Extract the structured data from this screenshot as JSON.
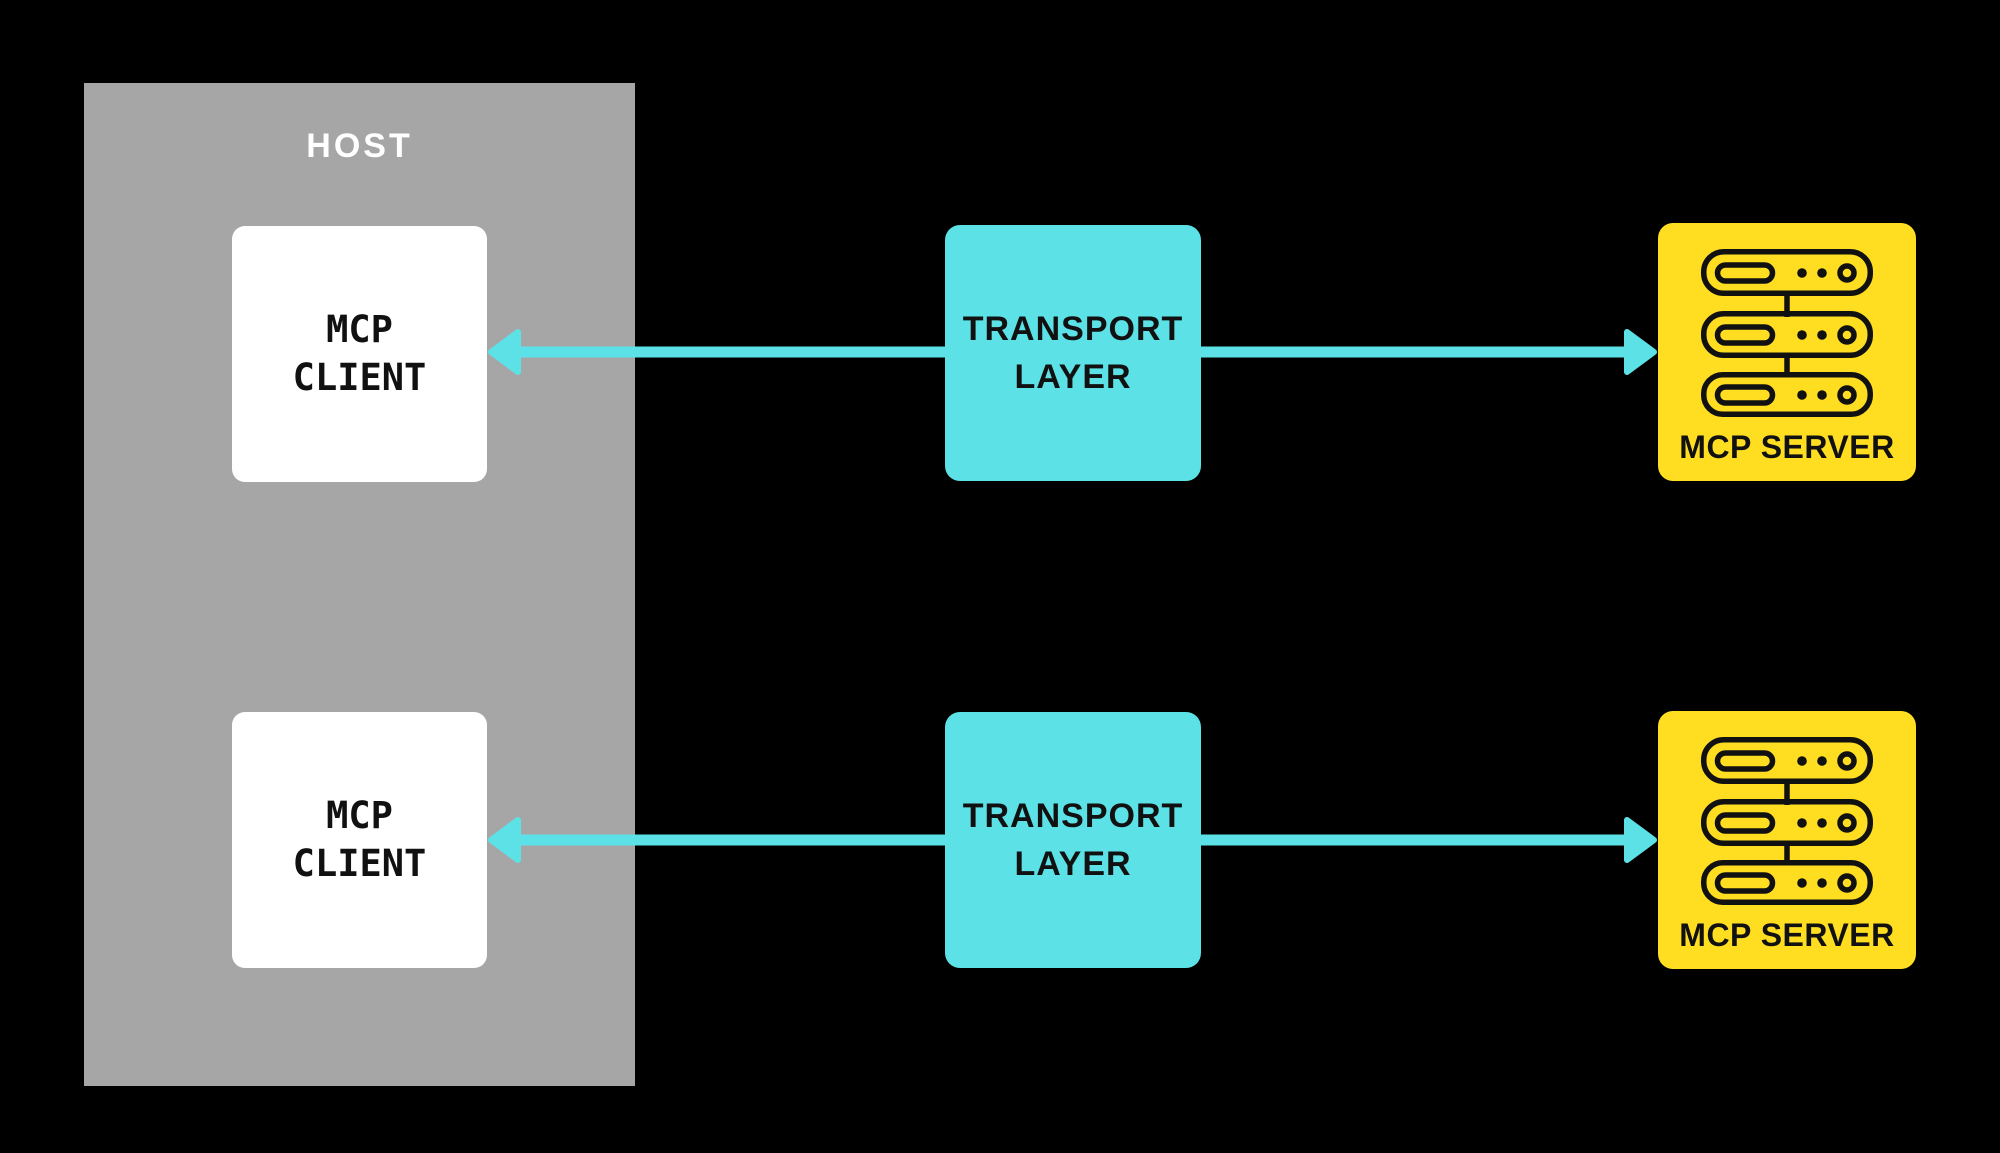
{
  "colors": {
    "bg": "#000000",
    "host_bg": "#A6A6A6",
    "client_bg": "#FFFFFF",
    "transport_bg": "#5CE1E6",
    "server_bg": "#FFDE21",
    "arrow": "#5CE1E6",
    "dark_text": "#111111",
    "host_label_color": "#FFFFFF"
  },
  "host": {
    "label": "HOST"
  },
  "clients": [
    {
      "line1": "MCP",
      "line2": "CLIENT"
    },
    {
      "line1": "MCP",
      "line2": "CLIENT"
    }
  ],
  "transports": [
    {
      "line1": "TRANSPORT",
      "line2": "LAYER"
    },
    {
      "line1": "TRANSPORT",
      "line2": "LAYER"
    }
  ],
  "servers": [
    {
      "label": "MCP SERVER",
      "icon": "server-rack-icon"
    },
    {
      "label": "MCP SERVER",
      "icon": "server-rack-icon"
    }
  ]
}
